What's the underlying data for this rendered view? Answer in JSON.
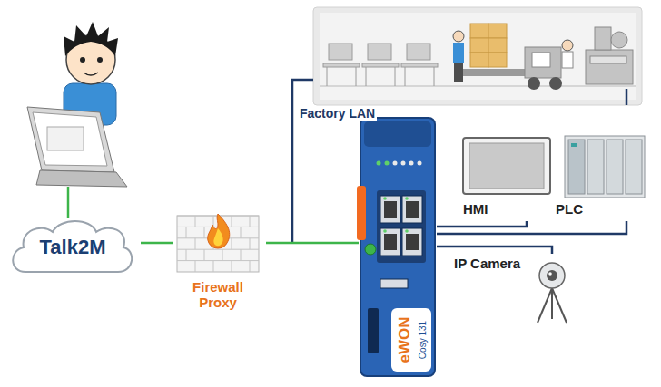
{
  "diagram": {
    "nodes": [
      {
        "text": [
          "Talk2M"
        ]
      },
      {
        "text": [
          "Firewall Proxy"
        ]
      },
      {
        "text": [
          "eWON",
          "Cosy 131"
        ]
      },
      {
        "text": [
          "HMI"
        ]
      },
      {
        "text": [
          "PLC"
        ]
      },
      {
        "text": [
          "IP Camera"
        ]
      }
    ],
    "edges": [
      {
        "from": 0,
        "to": 1,
        "arrow": "none"
      },
      {
        "from": 1,
        "to": 2,
        "arrow": "none"
      },
      {
        "from": 2,
        "to": 3,
        "arrow": "none"
      },
      {
        "from": 2,
        "to": 4,
        "arrow": "none"
      },
      {
        "from": 2,
        "to": 5,
        "arrow": "none"
      }
    ],
    "labels": [
      "Factory LAN"
    ]
  }
}
